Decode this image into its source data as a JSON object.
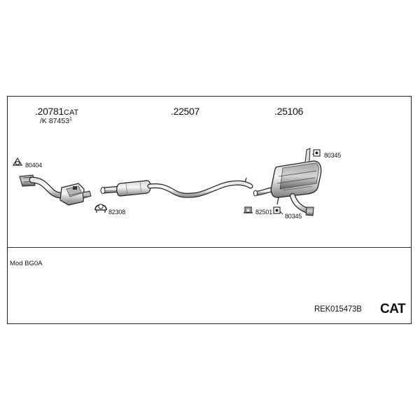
{
  "parts": {
    "catalytic_converter": {
      "number": ".20781",
      "suffix": "CAT",
      "kit_prefix": "/K",
      "kit_number": "87453",
      "kit_mark": "1"
    },
    "middle_silencer": {
      "number": ".22507"
    },
    "rear_silencer": {
      "number": ".25106"
    }
  },
  "fittings": {
    "gasket_front": "80404",
    "clamp_front": "82308",
    "mount_upper": "80345",
    "clamp_rear": "82501",
    "mount_lower": "80345"
  },
  "model": "Mod BG0A",
  "reference_code": "REK015473B",
  "badge": "CAT"
}
